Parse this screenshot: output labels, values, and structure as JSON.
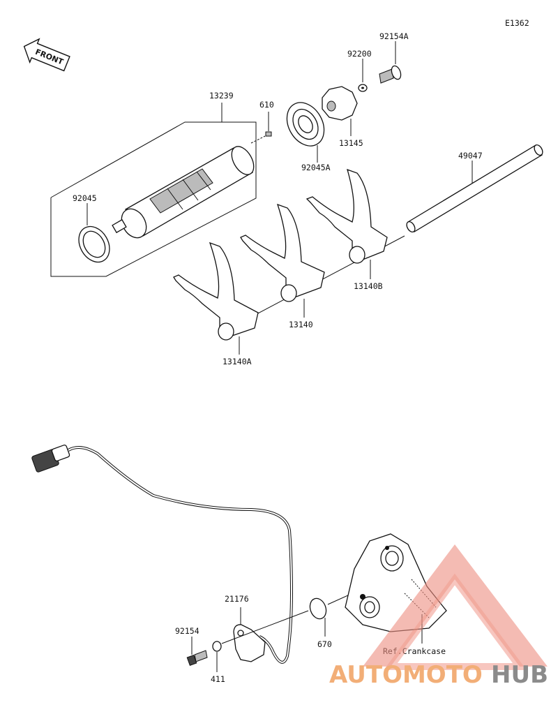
{
  "diagram_id": "E1362",
  "front_label": "FRONT",
  "parts": {
    "p13239": "13239",
    "p610": "610",
    "p92045": "92045",
    "p92045A": "92045A",
    "p92200": "92200",
    "p92154A": "92154A",
    "p13145": "13145",
    "p49047": "49047",
    "p13140B": "13140B",
    "p13140": "13140",
    "p13140A": "13140A",
    "p21176": "21176",
    "p92154": "92154",
    "p411": "411",
    "p670": "670",
    "ref_crankcase": "Ref.Crankcase"
  },
  "watermark": {
    "part1": "AUTOMOTO",
    "part2": "HUB",
    "color_primary": "#f0a08a",
    "color_secondary": "#888888"
  }
}
